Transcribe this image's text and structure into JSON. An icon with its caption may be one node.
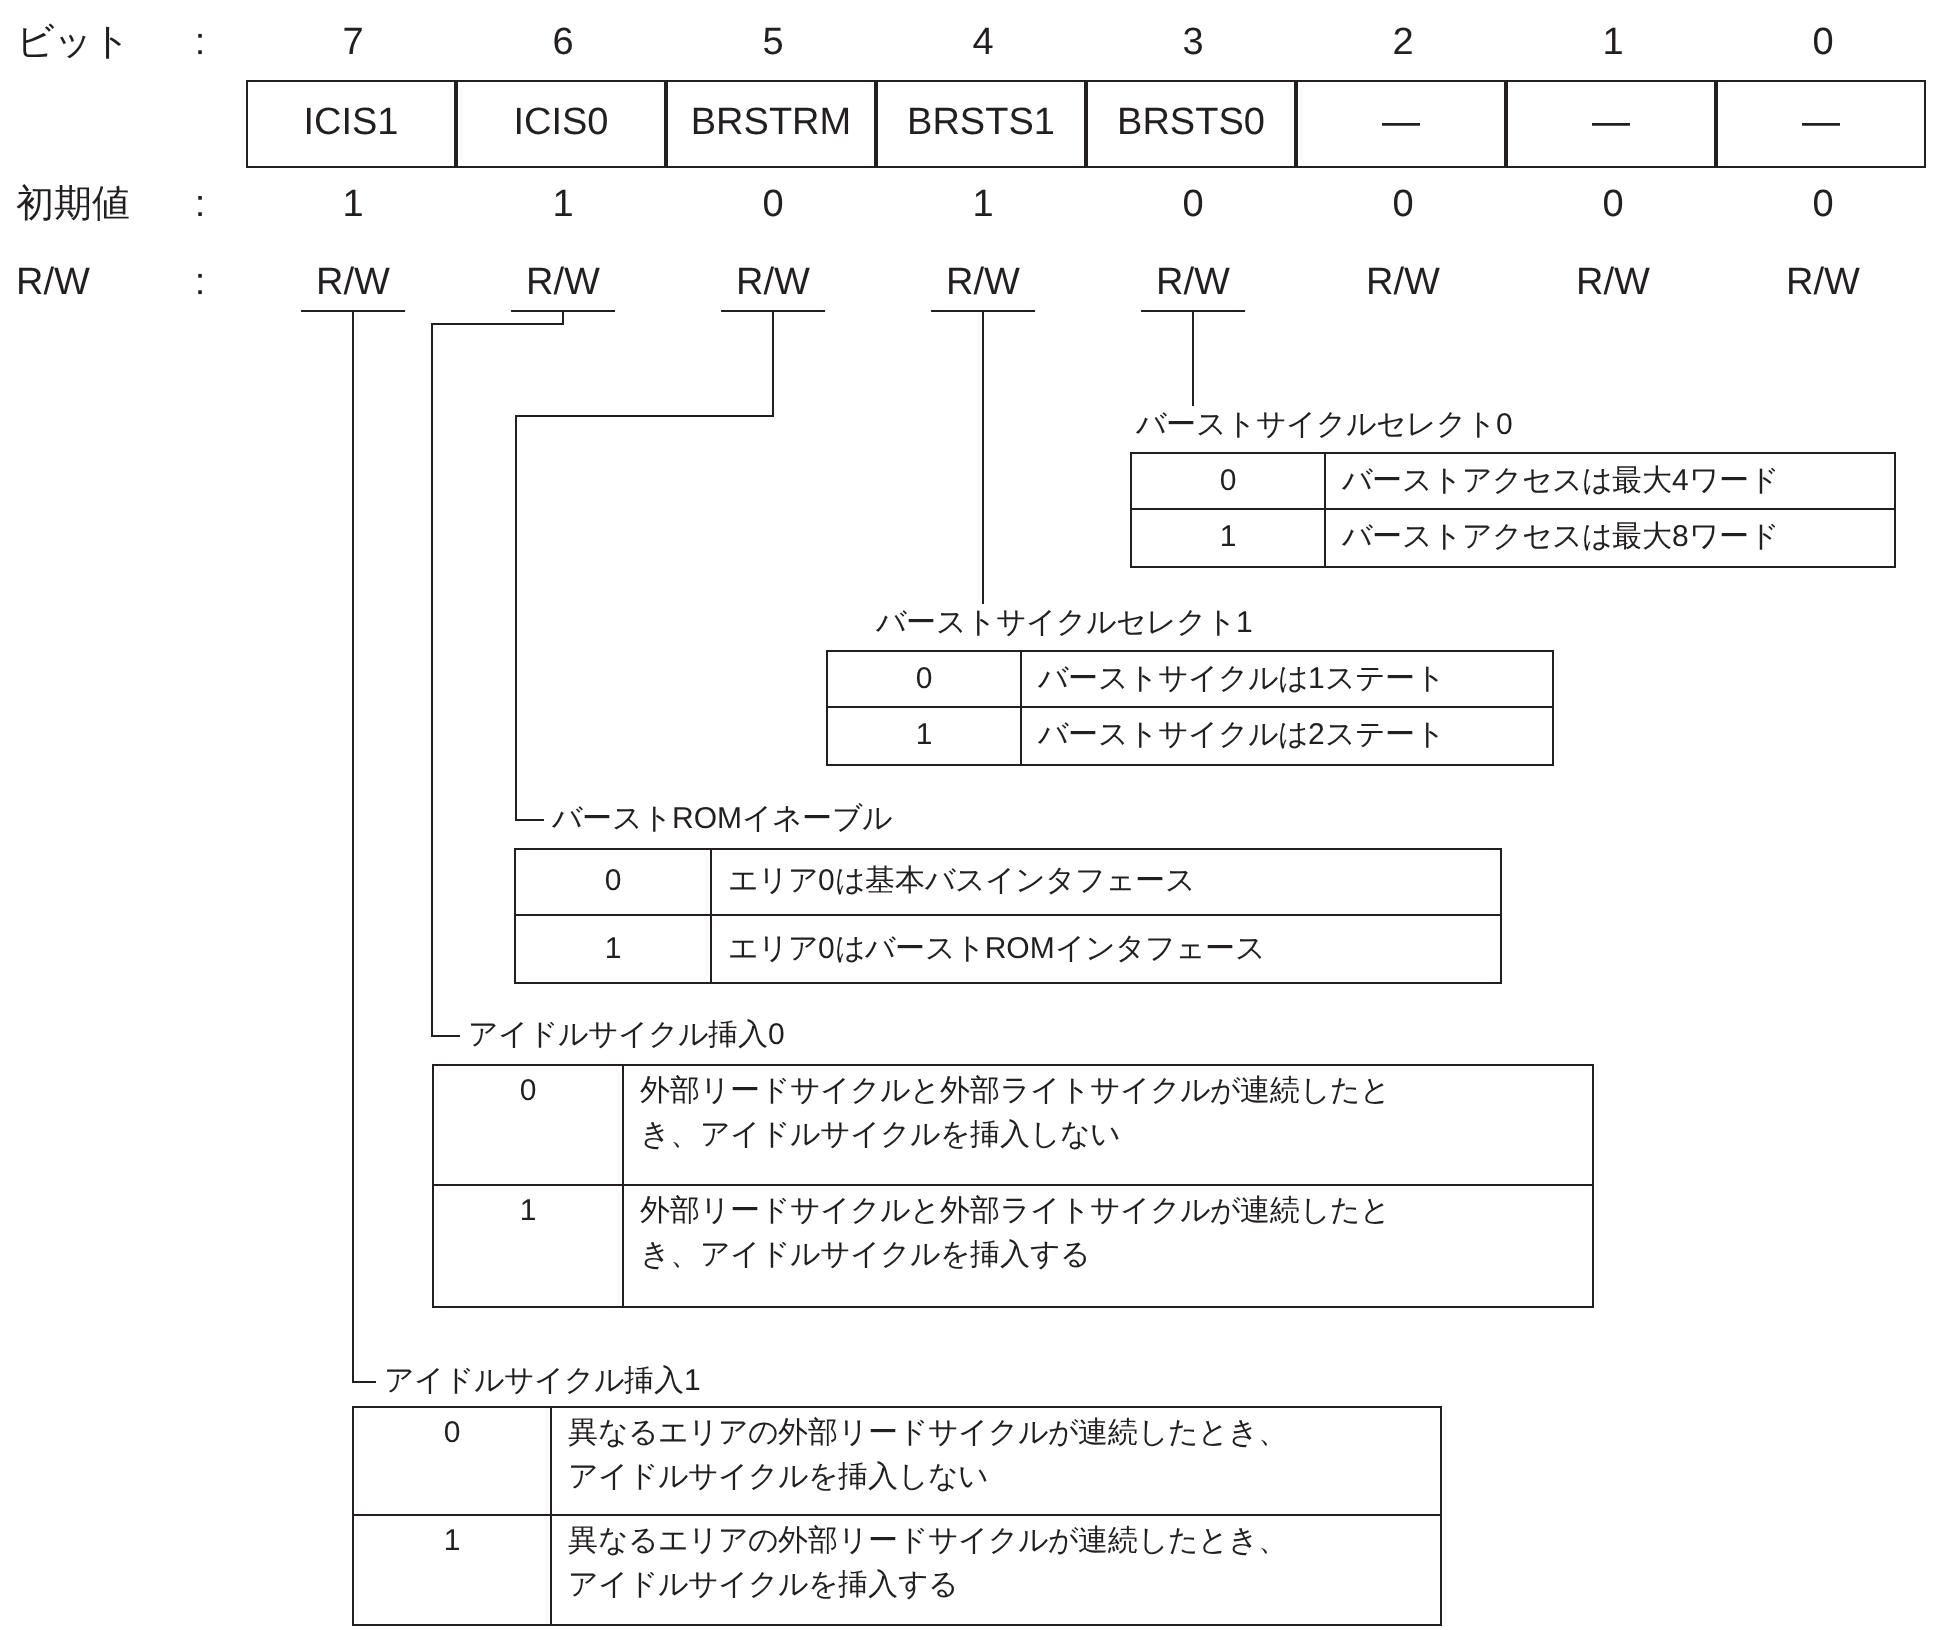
{
  "diagram": {
    "nodes": [
      {
        "text": [
          "R/W"
        ]
      },
      {
        "text": [
          "R/W"
        ]
      },
      {
        "text": [
          "R/W"
        ]
      },
      {
        "text": [
          "R/W"
        ]
      },
      {
        "text": [
          "R/W"
        ]
      },
      {
        "text": [
          "バーストサイクルセレクト0"
        ]
      },
      {
        "text": [
          "バーストサイクルセレクト1"
        ]
      },
      {
        "text": [
          "バーストROMイネーブル"
        ]
      },
      {
        "text": [
          "アイドルサイクル挿入0"
        ]
      },
      {
        "text": [
          "アイドルサイクル挿入1"
        ]
      }
    ],
    "edges": [
      {
        "from": 0,
        "to": 9,
        "arrow": "none"
      },
      {
        "from": 1,
        "to": 8,
        "arrow": "none"
      },
      {
        "from": 2,
        "to": 7,
        "arrow": "none"
      },
      {
        "from": 3,
        "to": 6,
        "arrow": "none"
      },
      {
        "from": 4,
        "to": 5,
        "arrow": "none"
      }
    ],
    "labels": [
      "ビット",
      ":",
      "7",
      "6",
      "5",
      "4",
      "3",
      "2",
      "1",
      "0",
      "ICIS1",
      "ICIS0",
      "BRSTRM",
      "BRSTS1",
      "BRSTS0",
      "—",
      "—",
      "—",
      "初期値",
      ":",
      "1",
      "1",
      "0",
      "1",
      "0",
      "0",
      "0",
      "0",
      "R/W",
      ":",
      "R/W",
      "R/W",
      "R/W",
      "0",
      "バーストアクセスは最大4ワード",
      "1",
      "バーストアクセスは最大8ワード",
      "0",
      "バーストサイクルは1ステート",
      "1",
      "バーストサイクルは2ステート",
      "0",
      "エリア0は基本バスインタフェース",
      "1",
      "エリア0はバーストROMインタフェース",
      "0",
      "外部リードサイクルと外部ライトサイクルが連続したとき、アイドルサイクルを挿入しない",
      "1",
      "外部リードサイクルと外部ライトサイクルが連続したとき、アイドルサイクルを挿入する",
      "0",
      "異なるエリアの外部リードサイクルが連続したとき、アイドルサイクルを挿入しない",
      "1",
      "異なるエリアの外部リードサイクルが連続したとき、アイドルサイクルを挿入する"
    ]
  }
}
